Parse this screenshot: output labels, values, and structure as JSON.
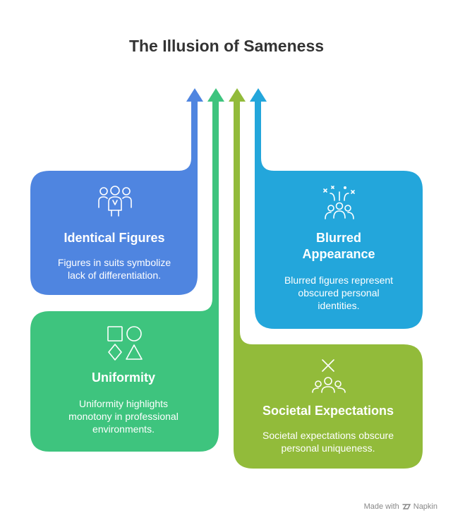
{
  "title": "The Illusion of Sameness",
  "colors": {
    "blue": "#4F85E0",
    "green": "#3EC47E",
    "olive": "#92BB3A",
    "cyan": "#23A6DB"
  },
  "cards": [
    {
      "title": "Identical Figures",
      "description": "Figures in suits symbolize lack of differentiation.",
      "icon": "people-group-icon"
    },
    {
      "title": "Blurred Appearance",
      "description": "Blurred figures represent obscured personal identities.",
      "icon": "crowd-sparkle-icon"
    },
    {
      "title": "Uniformity",
      "description": "Uniformity highlights monotony in professional environments.",
      "icon": "shapes-icon"
    },
    {
      "title": "Societal Expectations",
      "description": "Societal expectations obscure personal uniqueness.",
      "icon": "crowd-cross-icon"
    }
  ],
  "footer": {
    "made_with": "Made with",
    "brand": "Napkin"
  }
}
